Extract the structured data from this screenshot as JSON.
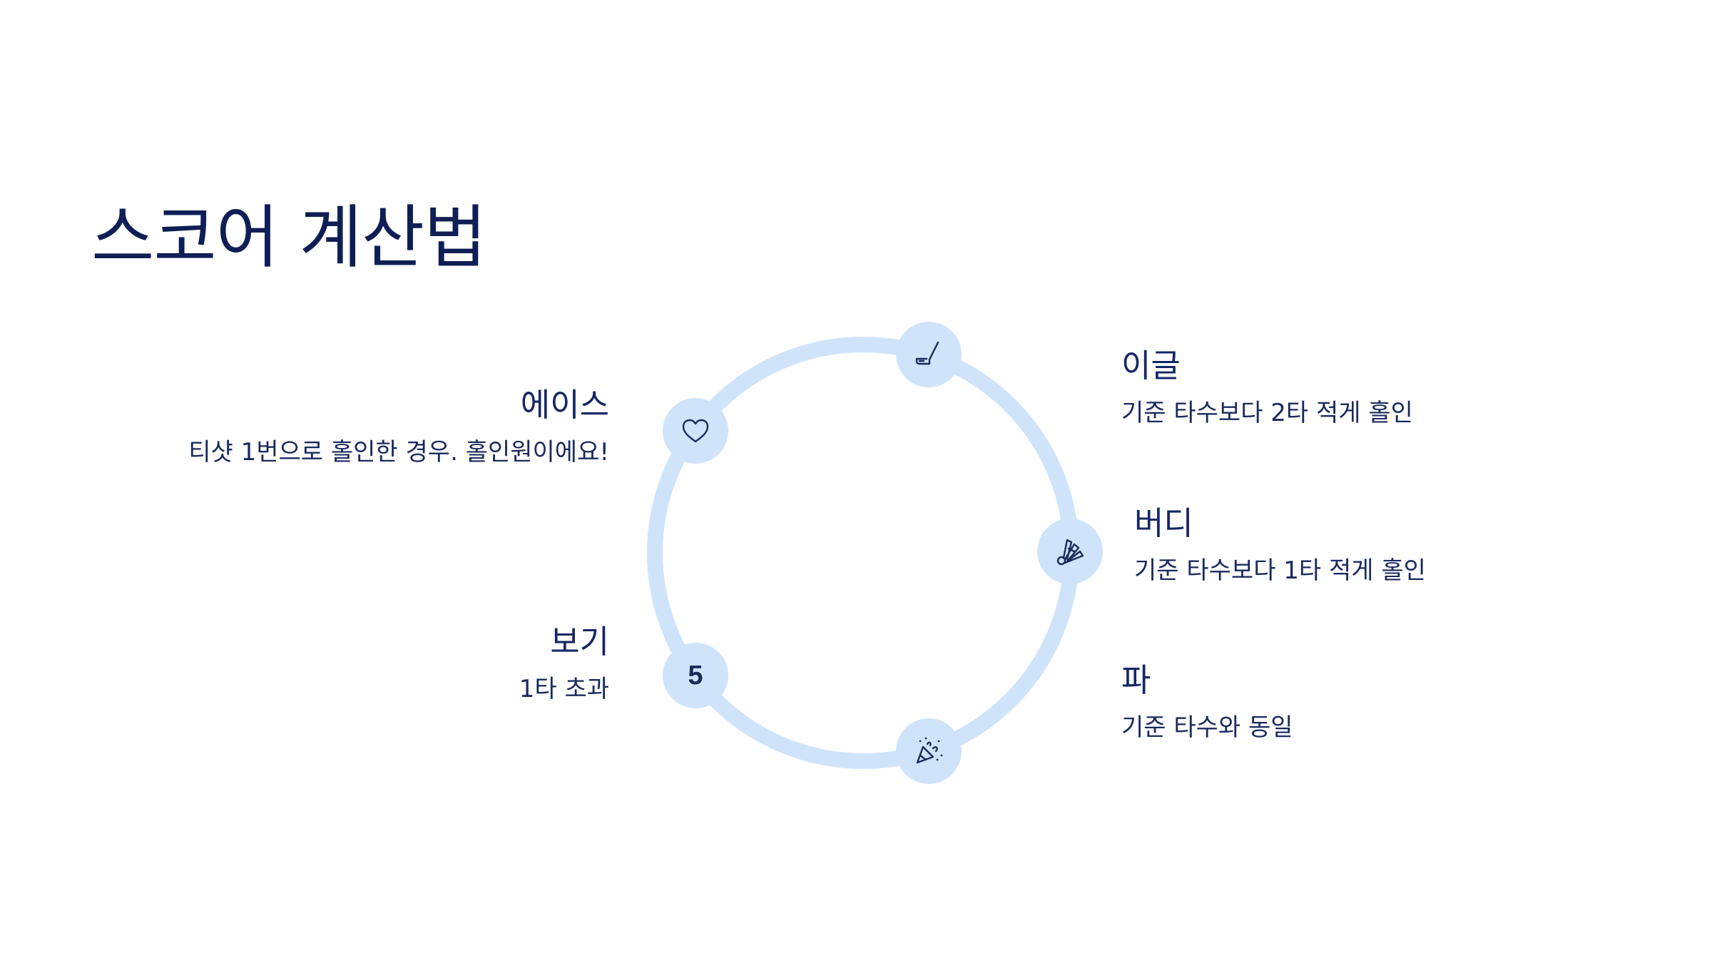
{
  "title": "스코어 계산법",
  "colors": {
    "ring": "#cfe4fb",
    "text": "#102257"
  },
  "items": [
    {
      "icon": "golf-club-icon",
      "heading": "이글",
      "desc": "기준 타수보다 2타 적게 홀인"
    },
    {
      "icon": "shuttlecock-icon",
      "heading": "버디",
      "desc": "기준 타수보다 1타 적게 홀인"
    },
    {
      "icon": "party-popper-icon",
      "heading": "파",
      "desc": "기준 타수와 동일"
    },
    {
      "icon": "number-five",
      "number": "5",
      "heading": "보기",
      "desc": "1타 초과"
    },
    {
      "icon": "heart-icon",
      "heading": "에이스",
      "desc": "티샷 1번으로 홀인한 경우. 홀인원이에요!"
    }
  ]
}
